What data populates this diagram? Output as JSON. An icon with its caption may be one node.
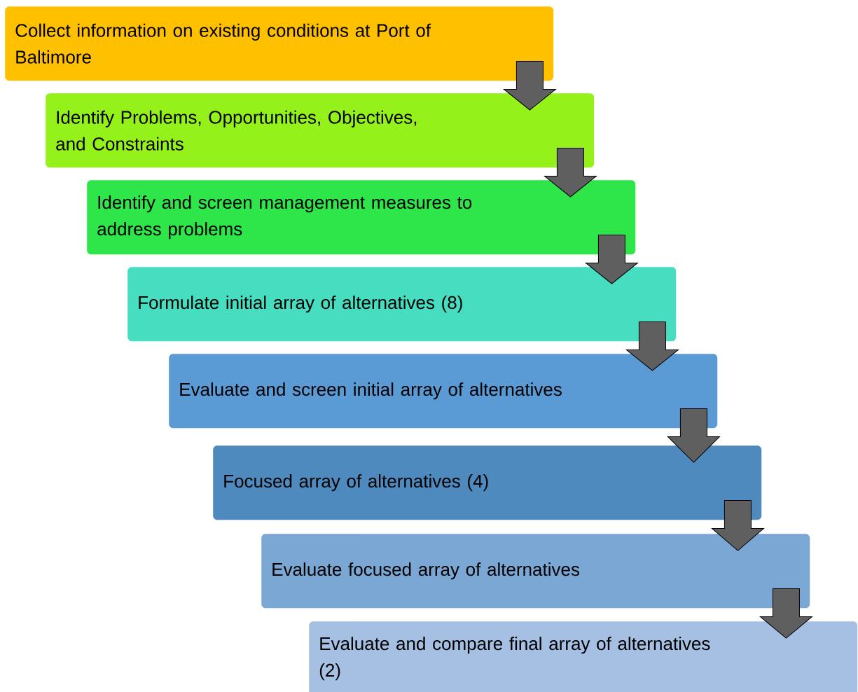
{
  "diagram": {
    "nodes": [
      {
        "text": [
          "Collect information on existing conditions at Port of Baltimore"
        ]
      },
      {
        "text": [
          "Identify Problems, Opportunities, Objectives, and Constraints"
        ]
      },
      {
        "text": [
          "Identify and screen management measures to address problems"
        ]
      },
      {
        "text": [
          "Formulate initial array of alternatives (8)"
        ]
      },
      {
        "text": [
          "Evaluate and screen initial array of alternatives"
        ]
      },
      {
        "text": [
          "Focused array of alternatives (4)"
        ]
      },
      {
        "text": [
          "Evaluate focused array of alternatives"
        ]
      },
      {
        "text": [
          "Evaluate and compare final array of alternatives (2)"
        ]
      }
    ],
    "edges": [
      {
        "from": 0,
        "to": 1,
        "arrow": "to"
      },
      {
        "from": 1,
        "to": 2,
        "arrow": "to"
      },
      {
        "from": 2,
        "to": 3,
        "arrow": "to"
      },
      {
        "from": 3,
        "to": 4,
        "arrow": "to"
      },
      {
        "from": 4,
        "to": 5,
        "arrow": "to"
      },
      {
        "from": 5,
        "to": 6,
        "arrow": "to"
      },
      {
        "from": 6,
        "to": 7,
        "arrow": "to"
      }
    ]
  }
}
